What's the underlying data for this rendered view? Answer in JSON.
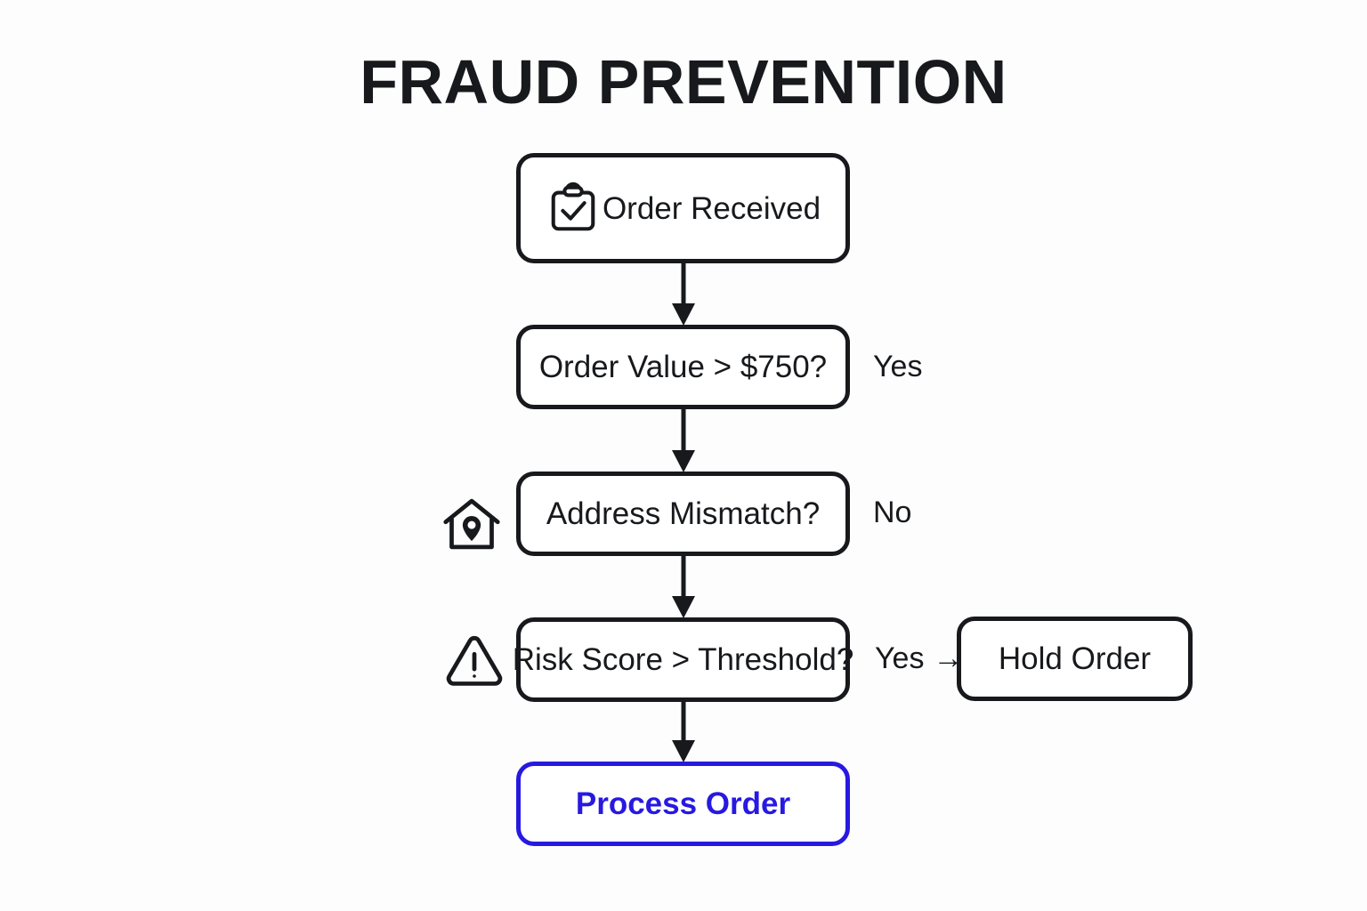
{
  "page": {
    "title": "FRAUD PREVENTION",
    "background_color": "#FDFDFD",
    "ink_color": "#17191c",
    "accent_color": "#2719E0"
  },
  "flowchart": {
    "nodes": [
      {
        "id": "order-received",
        "label": "Order Received",
        "icon": "clipboard-check-icon",
        "style": "default"
      },
      {
        "id": "order-value",
        "label": "Order Value > $750?",
        "icon": null,
        "style": "default"
      },
      {
        "id": "address-mismatch",
        "label": "Address Mismatch?",
        "icon": "home-location-pin-icon",
        "style": "default"
      },
      {
        "id": "risk-score",
        "label": "Risk Score > Threshold?",
        "icon": "warning-triangle-icon",
        "style": "default"
      },
      {
        "id": "hold-order",
        "label": "Hold Order",
        "icon": null,
        "style": "default"
      },
      {
        "id": "process-order",
        "label": "Process Order",
        "icon": null,
        "style": "accent"
      }
    ],
    "edge_labels": {
      "order_value_yes": "Yes",
      "address_mismatch_no": "No",
      "risk_score_yes": "Yes",
      "risk_score_yes_arrow": "→"
    }
  }
}
